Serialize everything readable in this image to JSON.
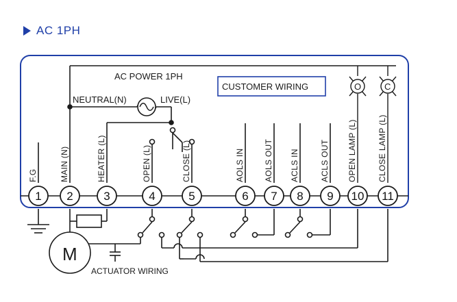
{
  "header": {
    "title": "AC 1PH"
  },
  "diagram": {
    "power_label": "AC POWER 1PH",
    "neutral_label": "NEUTRAL(N)",
    "live_label": "LIVE(L)",
    "customer_wiring": "CUSTOMER WIRING",
    "actuator_wiring": "ACTUATOR WIRING",
    "motor_label": "M",
    "lamp_open_symbol": "O",
    "lamp_close_symbol": "C",
    "terminals": [
      {
        "num": "1",
        "label": "F.G"
      },
      {
        "num": "2",
        "label": "MAIN (N)"
      },
      {
        "num": "3",
        "label": "HEATER (L)"
      },
      {
        "num": "4",
        "label": "OPEN (L)"
      },
      {
        "num": "5",
        "label": "CLOSE (L)"
      },
      {
        "num": "6",
        "label": "AOLS IN"
      },
      {
        "num": "7",
        "label": "AOLS OUT"
      },
      {
        "num": "8",
        "label": "ACLS IN"
      },
      {
        "num": "9",
        "label": "ACLS OUT"
      },
      {
        "num": "10",
        "label": "OPEN LAMP (L)"
      },
      {
        "num": "11",
        "label": "CLOSE LAMP (L)"
      }
    ]
  },
  "colors": {
    "accent": "#1f3fa8",
    "line": "#1a1a1a"
  }
}
